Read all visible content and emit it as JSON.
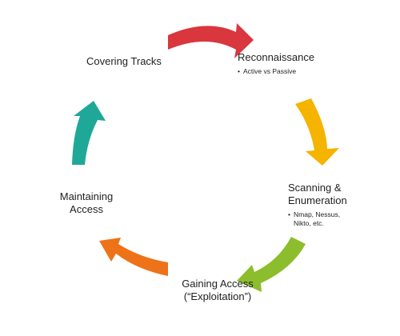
{
  "phases": [
    {
      "id": "recon",
      "title": "Reconnaissance",
      "bullets": [
        "Active vs Passive"
      ],
      "color": "#d9363e"
    },
    {
      "id": "scan",
      "title": "Scanning &\nEnumeration",
      "bullets": [
        "Nmap, Nessus,\nNikto, etc."
      ],
      "color": "#f5b400"
    },
    {
      "id": "gain",
      "title": "Gaining Access\n(“Exploitation”)",
      "bullets": [],
      "color": "#8cbd2c"
    },
    {
      "id": "maintain",
      "title": "Maintaining\nAccess",
      "bullets": [],
      "color": "#ee7218"
    },
    {
      "id": "covering",
      "title": "Covering Tracks",
      "bullets": [],
      "color": "#1fa898"
    }
  ]
}
